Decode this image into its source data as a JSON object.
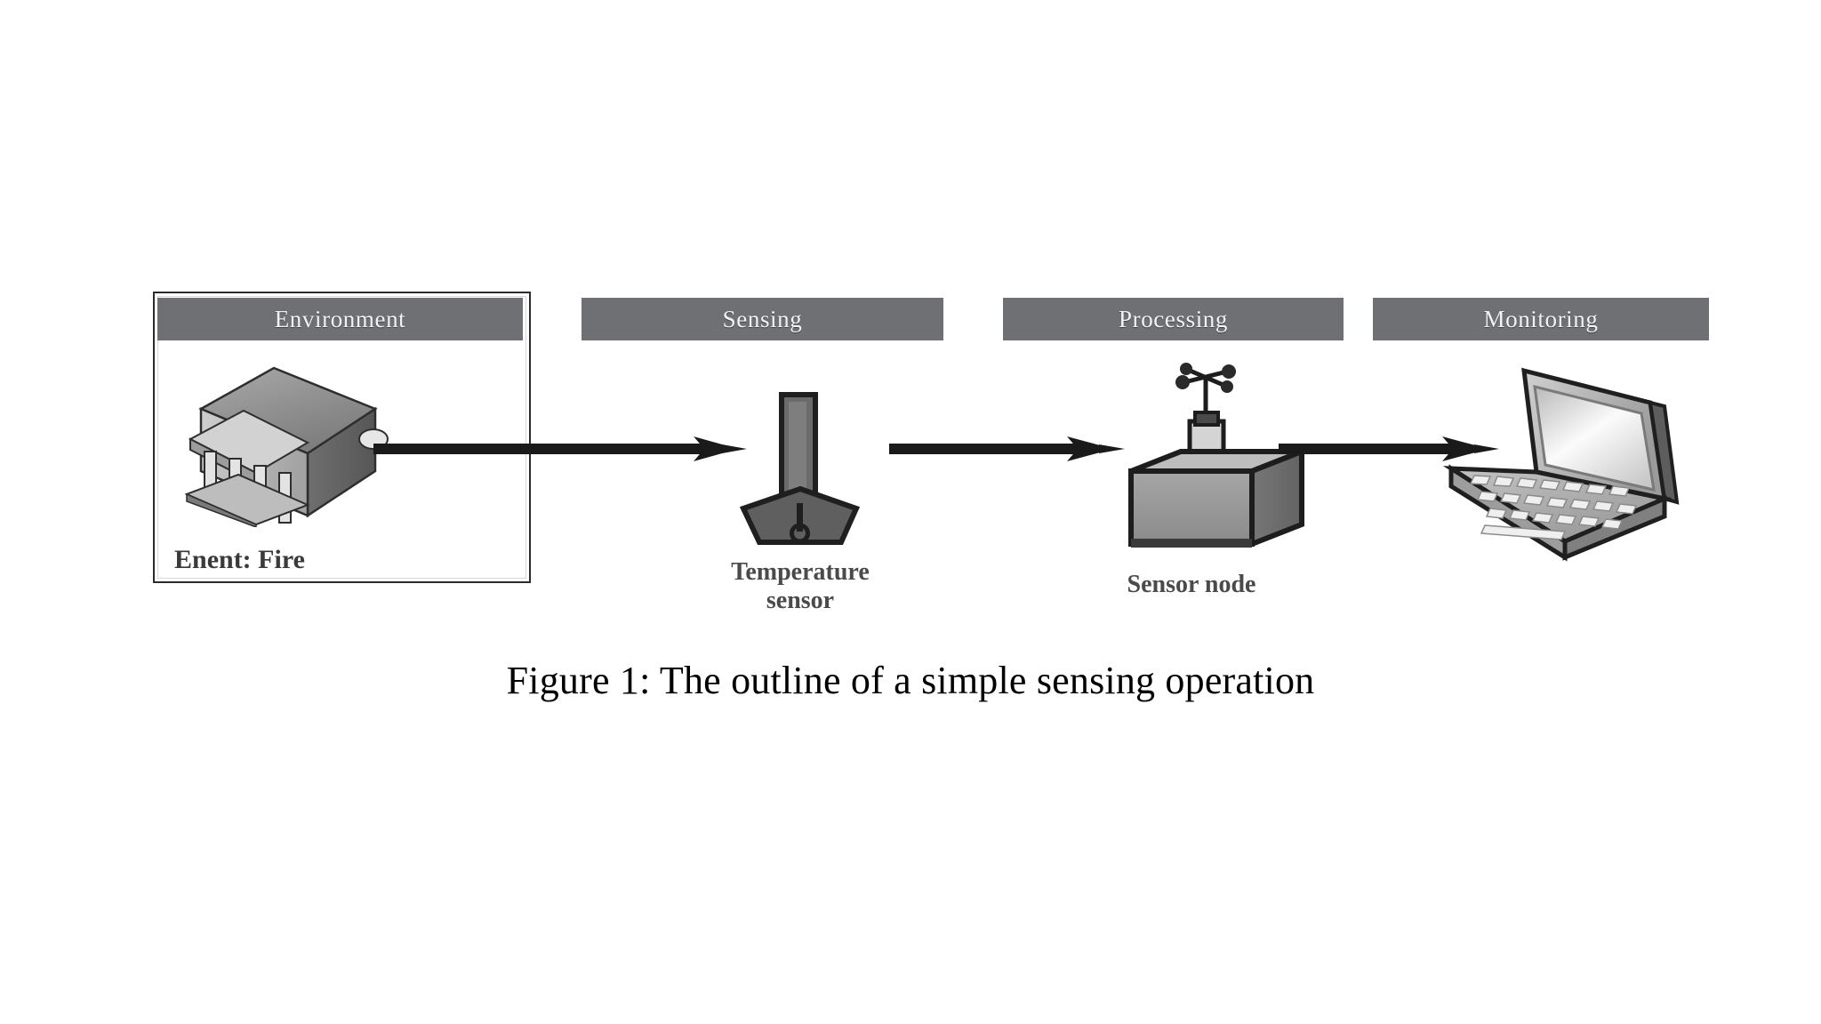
{
  "figure": {
    "caption": "Figure 1: The outline of a simple sensing operation",
    "stages": [
      {
        "key": "environment",
        "header": "Environment",
        "icon": "building-icon",
        "sub_label": "Enent: Fire"
      },
      {
        "key": "sensing",
        "header": "Sensing",
        "icon": "thermometer-icon",
        "sub_label": "Temperature sensor"
      },
      {
        "key": "processing",
        "header": "Processing",
        "icon": "sensor-node-icon",
        "sub_label": "Sensor node"
      },
      {
        "key": "monitoring",
        "header": "Monitoring",
        "icon": "laptop-icon",
        "sub_label": ""
      }
    ],
    "arrows": [
      {
        "key": "environment-to-sensing",
        "direction": "right"
      },
      {
        "key": "sensing-to-processing",
        "direction": "right"
      },
      {
        "key": "processing-to-monitoring",
        "direction": "right"
      }
    ],
    "labels": {
      "environment_event": "Enent: Fire",
      "temperature_sensor_line1": "Temperature",
      "temperature_sensor_line2": "sensor",
      "sensor_node": "Sensor node"
    },
    "headers": {
      "environment": "Environment",
      "sensing": "Sensing",
      "processing": "Processing",
      "monitoring": "Monitoring"
    },
    "colors": {
      "header_bar": "#6e7073",
      "header_text": "#f2f2f2",
      "frame_border": "#2b2b2b",
      "arrow": "#1a1a1a",
      "page_background": "#ffffff",
      "caption_text": "#000000",
      "icon_light_gray": "#c9c9c9",
      "icon_mid_gray": "#8f8f8f",
      "icon_dark_gray": "#5a5a5a"
    }
  }
}
